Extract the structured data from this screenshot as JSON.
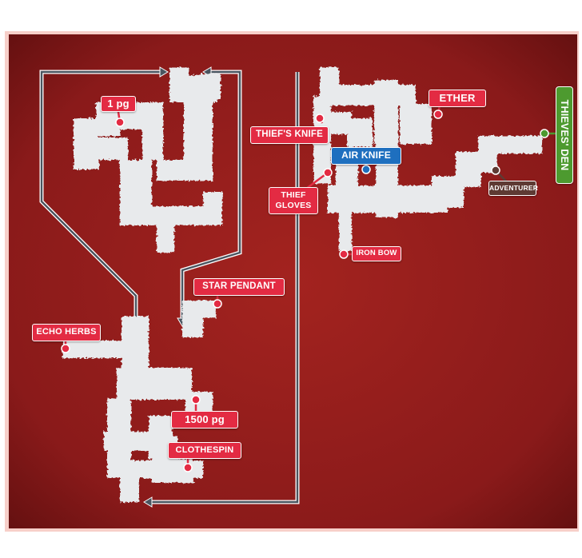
{
  "map": {
    "destination": "THIEVES' DEN",
    "items": {
      "one_pg": "1 pg",
      "thiefs_knife": "THIEF'S KNIFE",
      "ether": "ETHER",
      "air_knife": "AIR KNIFE",
      "thief_gloves": [
        "THIEF",
        "GLOVES"
      ],
      "adventurer": "ADVENTURER",
      "iron_bow": "IRON BOW",
      "star_pendant": "STAR PENDANT",
      "echo_herbs": "ECHO HERBS",
      "fifteen_hundred_pg": "1500 pg",
      "clothespin": "CLOTHESPIN"
    },
    "colors": {
      "background": "#8a1a1a",
      "path": "#e8eaec",
      "treasure_label": "#e32b43",
      "equipment_label": "#1e6fbf",
      "npc_label": "#5e3a33",
      "exit_label": "#4d9a2f",
      "connector": "#4a5560"
    }
  }
}
